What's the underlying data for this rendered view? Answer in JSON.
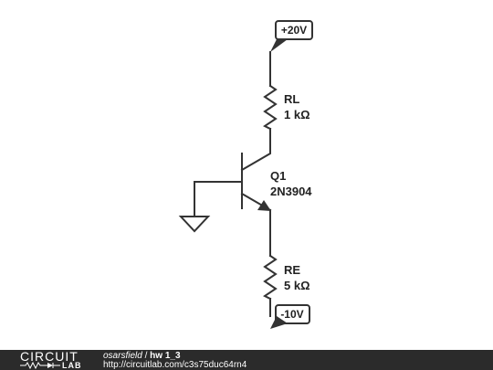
{
  "schematic": {
    "supply_top": "+20V",
    "supply_bottom": "-10V",
    "rl_name": "RL",
    "rl_value": "1 kΩ",
    "q1_name": "Q1",
    "q1_part": "2N3904",
    "re_name": "RE",
    "re_value": "5 kΩ"
  },
  "footer": {
    "logo_top": "CIRCUIT",
    "logo_bottom": "LAB",
    "author": "osarsfield",
    "separator": " / ",
    "title": "hw 1_3",
    "url": "http://circuitlab.com/c3s75duc64rn4"
  },
  "colors": {
    "wire": "#333333",
    "footer_bg": "#2b2b2b",
    "text": "#222222"
  }
}
